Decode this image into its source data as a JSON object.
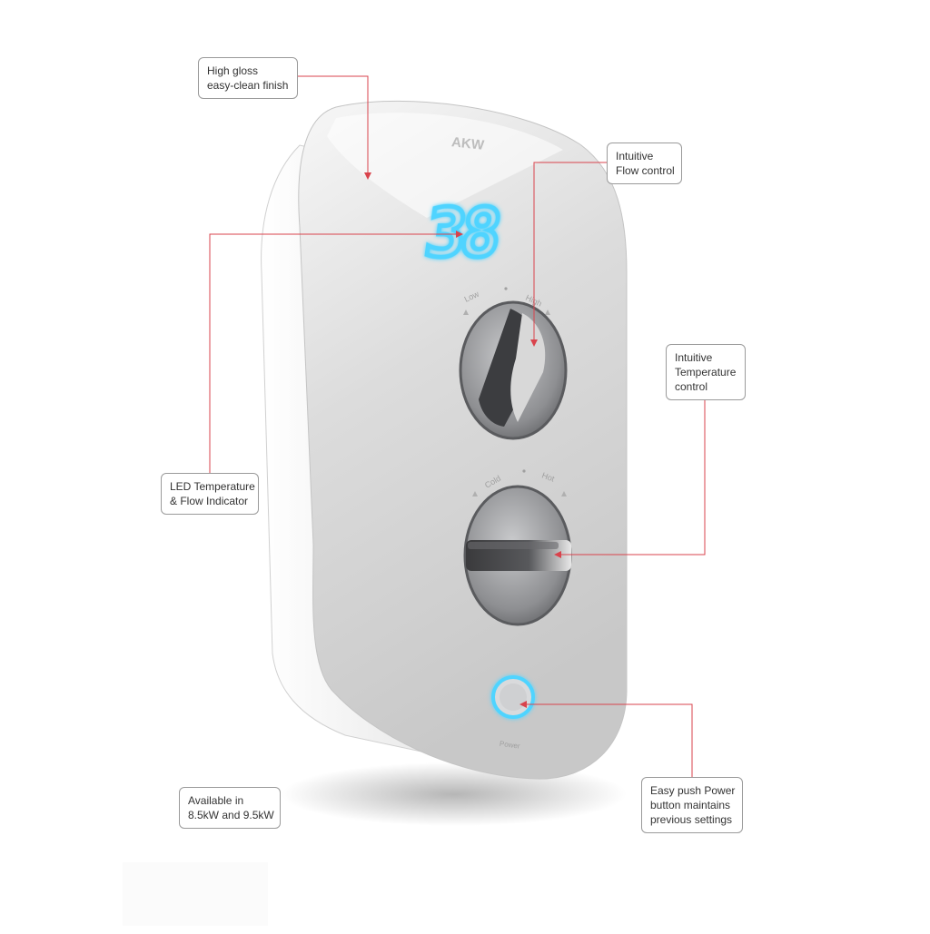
{
  "product": {
    "brand_logo": "AKW",
    "display_reading": "38",
    "flow_dial_labels": [
      "Low",
      "High"
    ],
    "temp_dial_labels": [
      "Cold",
      "Hot"
    ],
    "power_label": "Power"
  },
  "callouts": {
    "gloss": [
      "High gloss",
      "easy-clean finish"
    ],
    "flow": [
      "Intuitive",
      "Flow control"
    ],
    "temperature": [
      "Intuitive",
      "Temperature",
      "control"
    ],
    "led": [
      "LED Temperature",
      "& Flow Indicator"
    ],
    "power": [
      "Easy push Power",
      "button maintains",
      "previous settings"
    ],
    "availability": [
      "Available in",
      "8.5kW and 9.5kW"
    ]
  },
  "colors": {
    "leader_line": "#d9434c",
    "led_blue": "#4fd4ff",
    "body_white": "#f2f2f2",
    "dial_grey": "#8a8b8e"
  }
}
